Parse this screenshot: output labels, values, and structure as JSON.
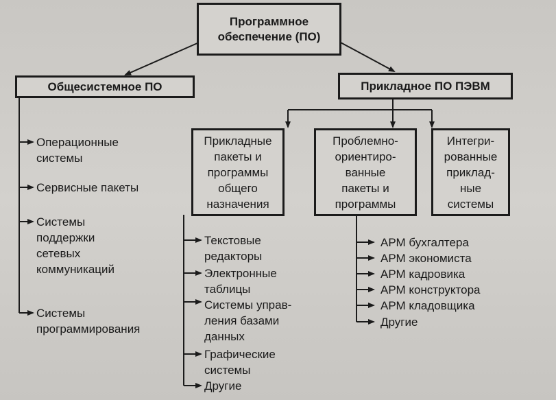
{
  "root": {
    "line1": "Программное",
    "line2": "обеспечение (ПО)"
  },
  "general": {
    "title": "Общесистемное ПО",
    "items": [
      "Операционные\nсистемы",
      "Сервисные пакеты",
      "Системы\nподдержки\nсетевых\nкоммуникаций",
      "Системы\nпрограммирования"
    ]
  },
  "applied": {
    "title": "Прикладное ПО ПЭВМ"
  },
  "sub1": {
    "title": "Прикладные\nпакеты и\nпрограммы\nобщего\nназначения",
    "items": [
      "Текстовые\nредакторы",
      "Электронные\nтаблицы",
      "Системы управ-\nления базами\nданных",
      "Графические\nсистемы",
      "Другие"
    ]
  },
  "sub2": {
    "title": "Проблемно-\nориентиро-\nванные\nпакеты и\nпрограммы",
    "items": [
      "АРМ бухгалтера",
      "АРМ экономиста",
      "АРМ кадровика",
      "АРМ конструктора",
      "АРМ кладовщика",
      "Другие"
    ]
  },
  "sub3": {
    "title": "Интегри-\nрованные\nприклад-\nные\nсистемы"
  }
}
